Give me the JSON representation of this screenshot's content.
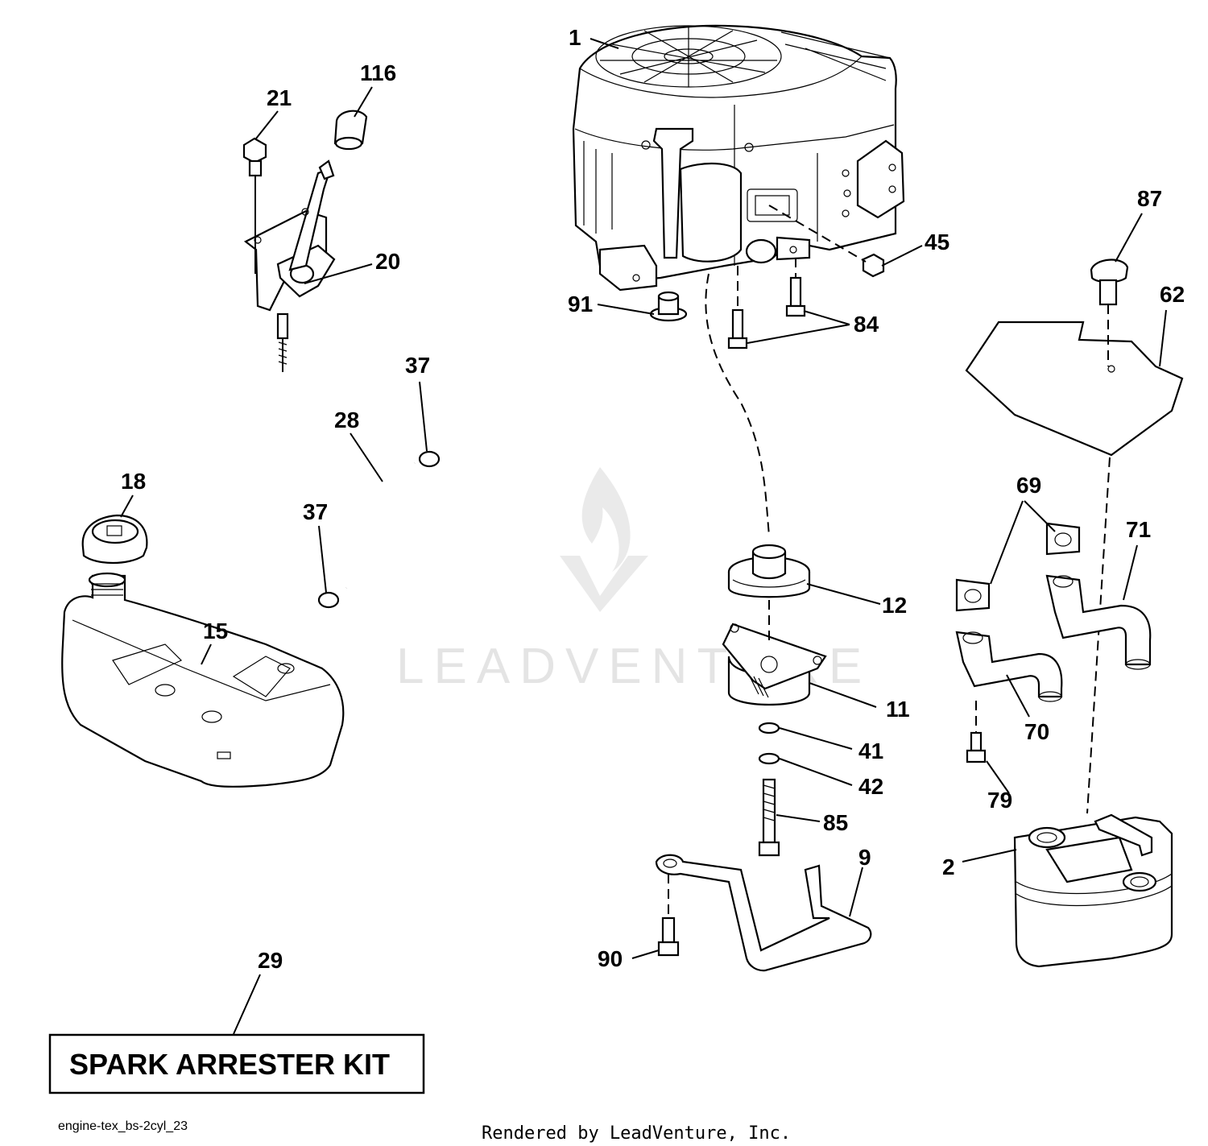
{
  "watermark": {
    "brand": "LEADVENTURE"
  },
  "parts": {
    "p1": "1",
    "p116": "116",
    "p21": "21",
    "p20": "20",
    "p45": "45",
    "p87": "87",
    "p62": "62",
    "p91": "91",
    "p84": "84",
    "p37a": "37",
    "p28": "28",
    "p37b": "37",
    "p18": "18",
    "p15": "15",
    "p12": "12",
    "p11": "11",
    "p41": "41",
    "p42": "42",
    "p85": "85",
    "p9": "9",
    "p90": "90",
    "p69": "69",
    "p71": "71",
    "p70": "70",
    "p79": "79",
    "p2": "2",
    "p29": "29"
  },
  "kit": {
    "label": "SPARK ARRESTER KIT"
  },
  "footer": {
    "filename": "engine-tex_bs-2cyl_23",
    "credit": "Rendered by LeadVenture, Inc."
  }
}
